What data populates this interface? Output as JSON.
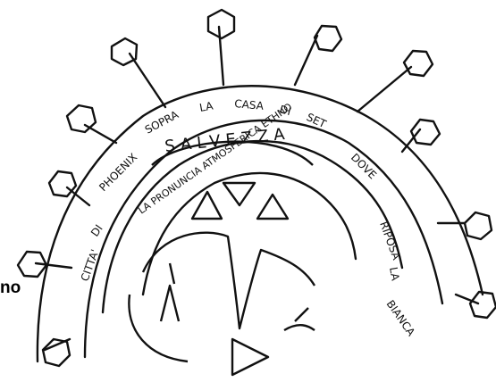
{
  "caption": "no",
  "seal": {
    "outer_words": [
      "CITTA'",
      "DI",
      "PHOENIX",
      "SOPRA",
      "LA",
      "CASA",
      "DI",
      "SET",
      "DOVE",
      "RIPOSA",
      "LA",
      "BIANCA"
    ],
    "middle_text": "SALVEZZA",
    "inner_text": "LA PRONUNCIA ATMOSFERICA ETHNO",
    "colors": {
      "ink": "#111111",
      "paper": "#ffffff"
    }
  }
}
